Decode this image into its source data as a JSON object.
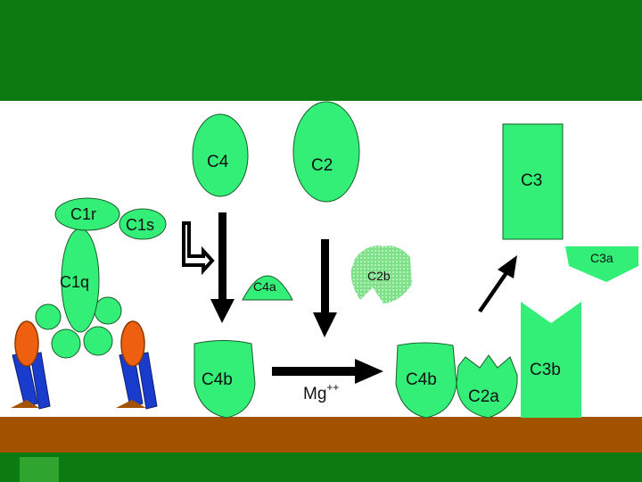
{
  "colors": {
    "header_green": "#0b7a10",
    "component_green": "#33ee77",
    "c2b_green": "#88e890",
    "membrane_brown": "#a35300",
    "antibody_blue": "#1a3ccc",
    "antibody_orange": "#ee6010",
    "outline": "#1a5c2a",
    "arrow": "#000000"
  },
  "labels": {
    "c4": "C4",
    "c2": "C2",
    "c3": "C3",
    "c1r": "C1r",
    "c1s": "C1s",
    "c1q": "C1q",
    "c4a": "C4a",
    "c2b": "C2b",
    "c3a": "C3a",
    "c4b_left": "C4b",
    "c4b_right": "C4b",
    "c2a": "C2a",
    "c3b": "C3b",
    "mg": "Mg",
    "mg_sup": "++"
  }
}
